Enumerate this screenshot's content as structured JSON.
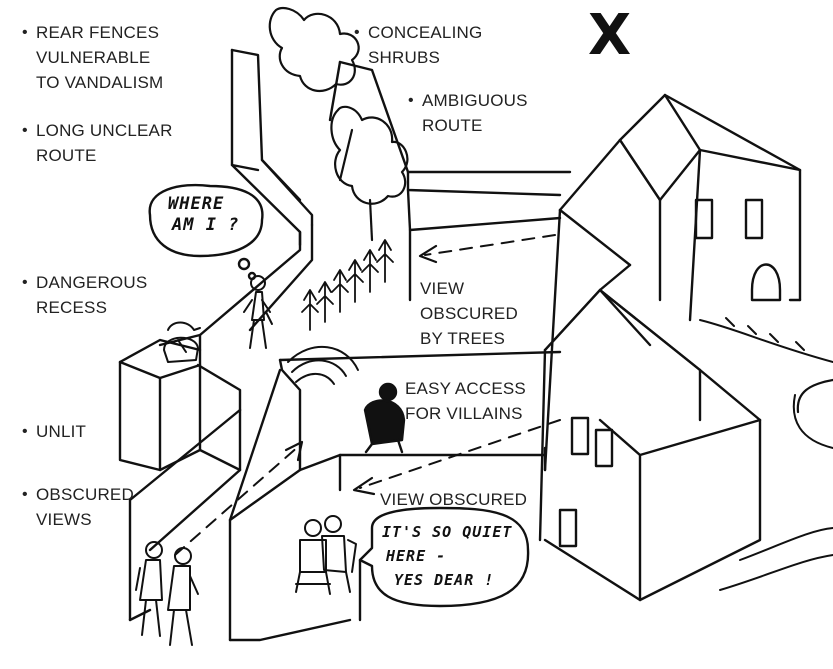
{
  "labels": {
    "rear_fences": [
      "REAR FENCES",
      "VULNERABLE",
      "TO VANDALISM"
    ],
    "long_unclear_route": [
      "LONG UNCLEAR",
      "ROUTE"
    ],
    "dangerous_recess": [
      "DANGEROUS",
      "RECESS"
    ],
    "unlit": [
      "UNLIT"
    ],
    "obscured_views": [
      "OBSCURED",
      "VIEWS"
    ],
    "concealing_shrubs": [
      "CONCEALING",
      "SHRUBS"
    ],
    "ambiguous_route": [
      "AMBIGUOUS",
      "ROUTE"
    ],
    "view_obscured_by_trees": [
      "VIEW",
      "OBSCURED",
      "BY TREES"
    ],
    "easy_access": [
      "EASY ACCESS",
      "FOR VILLAINS"
    ],
    "view_obscured": [
      "VIEW OBSCURED"
    ]
  },
  "speech": {
    "where_am_i": [
      "WHERE",
      "AM I ?"
    ],
    "quiet_here": [
      "IT'S SO QUIET",
      "HERE -",
      "YES DEAR !"
    ]
  },
  "cross_mark": "X",
  "colors": {
    "ink": "#111111",
    "paper": "#ffffff"
  }
}
